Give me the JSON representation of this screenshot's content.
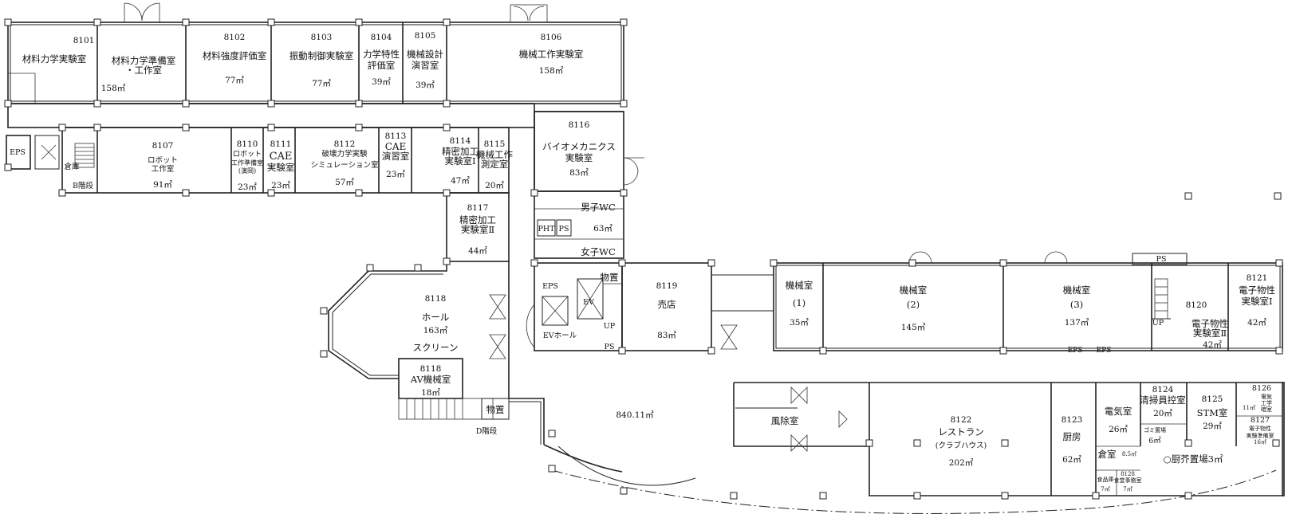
{
  "rooms": {
    "r8101": {
      "no": "8101",
      "name": "材料力学実験室"
    },
    "r8101b": {
      "name1": "材料力学準備室",
      "name2": "・工作室",
      "area": "158㎡"
    },
    "r8102": {
      "no": "8102",
      "name": "材料強度評価室",
      "area": "77㎡"
    },
    "r8103": {
      "no": "8103",
      "name": "振動制御実験室",
      "area": "77㎡"
    },
    "r8104": {
      "no": "8104",
      "name1": "力学特性",
      "name2": "評価室",
      "area": "39㎡"
    },
    "r8105": {
      "no": "8105",
      "name1": "機械設計",
      "name2": "演習室",
      "area": "39㎡"
    },
    "r8106": {
      "no": "8106",
      "name": "機械工作実験室",
      "area": "158㎡"
    },
    "r8107": {
      "no": "8107",
      "name1": "ロボット",
      "name2": "工作室",
      "area": "91㎡"
    },
    "r8110": {
      "no": "8110",
      "name1": "ロボット",
      "name2": "工作準備室",
      "name3": "(演岡)",
      "area": "23㎡"
    },
    "r8111": {
      "no": "8111",
      "name1": "CAE",
      "name2": "実験室",
      "area": "23㎡"
    },
    "r8112": {
      "no": "8112",
      "name1": "破壊力学実験",
      "name2": "シミュレーション室",
      "area": "57㎡"
    },
    "r8113": {
      "no": "8113",
      "name1": "CAE",
      "name2": "演習室",
      "area": "23㎡"
    },
    "r8114": {
      "no": "8114",
      "name1": "精密加工",
      "name2": "実験室Ⅰ",
      "area": "47㎡"
    },
    "r8115": {
      "no": "8115",
      "name1": "機械工作",
      "name2": "測定室",
      "area": "20㎡"
    },
    "r8116": {
      "no": "8116",
      "name1": "バイオメカニクス",
      "name2": "実験室",
      "area": "83㎡"
    },
    "r8117": {
      "no": "8117",
      "name1": "精密加工",
      "name2": "実験室Ⅱ",
      "area": "44㎡"
    },
    "r8118": {
      "no": "8118",
      "name": "ホール",
      "area": "163㎡",
      "screen": "スクリーン"
    },
    "r8118av": {
      "no": "8118",
      "name": "AV機械室",
      "area": "18㎡"
    },
    "r8119": {
      "no": "8119",
      "name": "売店",
      "area": "83㎡"
    },
    "mech1": {
      "name": "機械室",
      "sub": "(1)",
      "area": "35㎡"
    },
    "mech2": {
      "name": "機械室",
      "sub": "(2)",
      "area": "145㎡"
    },
    "mech3": {
      "name": "機械室",
      "sub": "(3)",
      "area": "137㎡"
    },
    "r8120": {
      "no": "8120",
      "name1": "電子物性",
      "name2": "実験室Ⅱ",
      "area": "42㎡"
    },
    "r8121": {
      "no": "8121",
      "name1": "電子物性",
      "name2": "実験室Ⅰ",
      "area": "42㎡"
    },
    "r8122": {
      "no": "8122",
      "name": "レストラン",
      "sub": "(クラブハウス)",
      "area": "202㎡"
    },
    "r8123": {
      "no": "8123",
      "name": "厨房",
      "area": "62㎡"
    },
    "denki": {
      "name": "電気室",
      "area": "26㎡"
    },
    "r8124": {
      "no": "8124",
      "name": "清掃員控室",
      "area": "20㎡"
    },
    "gomi": {
      "name": "ゴミ置場",
      "area": "6㎡"
    },
    "r8125": {
      "no": "8125",
      "name": "STM室",
      "area": "29㎡"
    },
    "r8126": {
      "no": "8126",
      "name1": "電気",
      "name2": "工学",
      "name3": "暗室",
      "area": "11㎡"
    },
    "r8127": {
      "no": "8127",
      "name1": "電子物性",
      "name2": "実験準備室",
      "area": "16㎡"
    },
    "r8128": {
      "no": "8128",
      "name1": "食堂事務室",
      "area": "7㎡"
    },
    "shokuhin": {
      "name": "食品庫",
      "area": "7㎡"
    },
    "kura": {
      "name": "倉室",
      "area": "8.5㎡"
    },
    "kaki": {
      "name": "○厨芥置場3㎡"
    },
    "fujoshitsu": {
      "name": "風除室"
    },
    "mensWC": {
      "name": "男子WC"
    },
    "womensWC": {
      "name": "女子WC"
    },
    "wcArea": {
      "area": "63㎡"
    },
    "lobby": {
      "area": "840.11㎡"
    },
    "evhall": {
      "name": "EVホール"
    },
    "busshitsu1": {
      "name": "物置"
    },
    "busshitsu2": {
      "name": "物置"
    },
    "souko": {
      "name": "倉庫"
    }
  },
  "labels": {
    "eps1": "EPS",
    "eps2": "EPS",
    "eps3": "EPS",
    "eps4": "EPS",
    "ps": "PS",
    "pht": "PHT",
    "up": "UP",
    "ev": "EV",
    "stairB": "B階段",
    "stairD": "D階段"
  }
}
